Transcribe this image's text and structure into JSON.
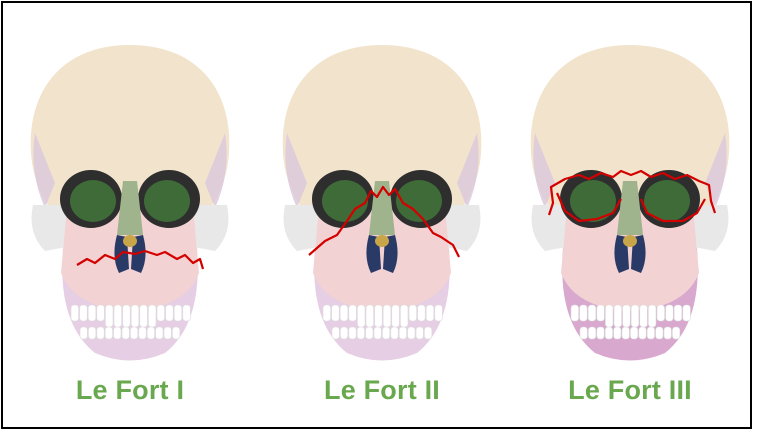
{
  "labels": {
    "le_fort_1": "Le Fort I",
    "le_fort_2": "Le Fort II",
    "le_fort_3": "Le Fort III"
  },
  "colors": {
    "label_green": "#6aa84f",
    "fracture_red": "#d40000",
    "bone": "#f2e4cc",
    "zygoma": "#e8e8e8",
    "maxilla_pink": "#f2d2d2",
    "mandible": "#e6cfe4",
    "mandible_dark": "#d8a8cf",
    "orbit_dark": "#2e2e2e",
    "orbit_green": "#3e6b38",
    "nasal_green": "#9fb38c",
    "teeth": "#ffffff"
  }
}
